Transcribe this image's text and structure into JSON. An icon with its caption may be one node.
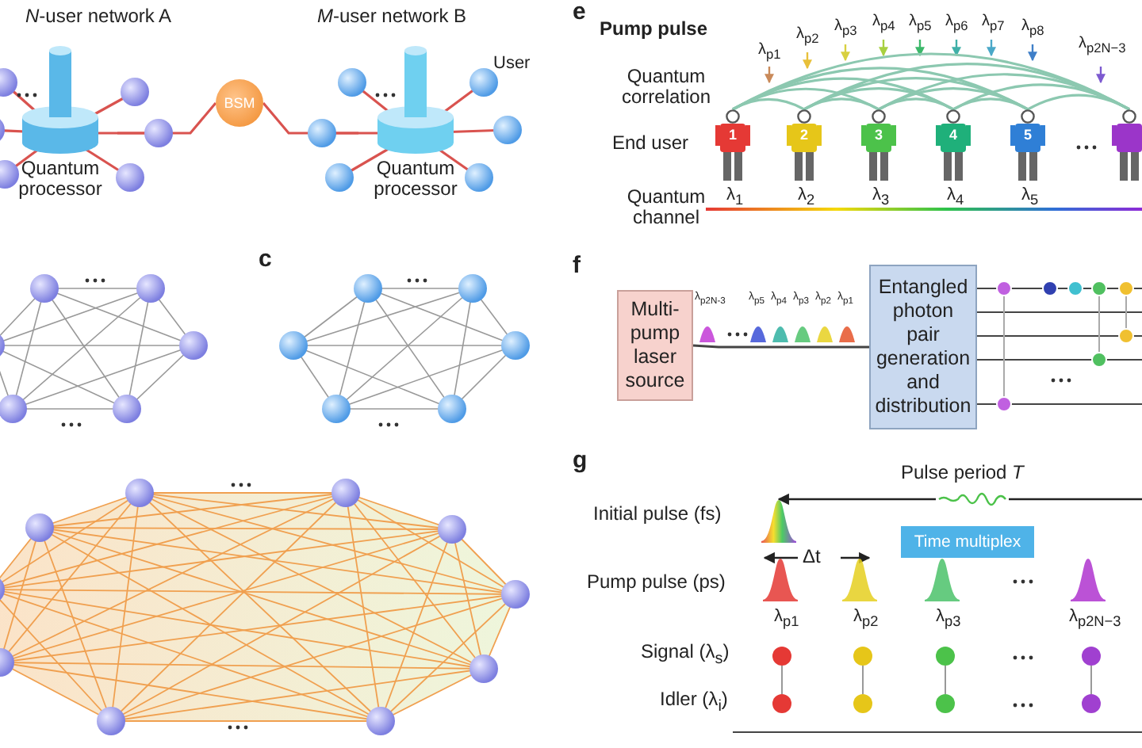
{
  "diagram": {
    "nodes": [
      {
        "text": [
          "Quantum processor"
        ]
      },
      {
        "text": [
          "BSM"
        ]
      },
      {
        "text": [
          "Quantum processor"
        ]
      },
      {
        "text": [
          "Multi-pump laser source"
        ]
      },
      {
        "text": [
          "Entangled photon pair generation and distribution"
        ]
      },
      {
        "text": [
          "Time multiplex"
        ]
      },
      {
        "text": [
          "1"
        ]
      },
      {
        "text": [
          "2"
        ]
      },
      {
        "text": [
          "3"
        ]
      },
      {
        "text": [
          "4"
        ]
      },
      {
        "text": [
          "5"
        ]
      },
      {
        "text": [],
        "shape": "person"
      }
    ],
    "edges": [
      {
        "from": 0,
        "to": 1,
        "arrow": "none",
        "color": "#d9534f"
      },
      {
        "from": 1,
        "to": 2,
        "arrow": "none",
        "color": "#d9534f"
      },
      {
        "from": 3,
        "to": 4,
        "arrow": "none",
        "color": "#444444"
      },
      {
        "from": 6,
        "to": 7,
        "arrow": "none",
        "color": "#8cc8b0"
      },
      {
        "from": 6,
        "to": 8,
        "arrow": "none",
        "color": "#8cc8b0"
      },
      {
        "from": 6,
        "to": 9,
        "arrow": "none",
        "color": "#8cc8b0"
      },
      {
        "from": 6,
        "to": 10,
        "arrow": "none",
        "color": "#8cc8b0"
      },
      {
        "from": 6,
        "to": 11,
        "arrow": "none",
        "color": "#8cc8b0"
      },
      {
        "from": 7,
        "to": 8,
        "arrow": "none",
        "color": "#8cc8b0"
      },
      {
        "from": 7,
        "to": 9,
        "arrow": "none",
        "color": "#8cc8b0"
      },
      {
        "from": 7,
        "to": 10,
        "arrow": "none",
        "color": "#8cc8b0"
      },
      {
        "from": 7,
        "to": 11,
        "arrow": "none",
        "color": "#8cc8b0"
      },
      {
        "from": 8,
        "to": 9,
        "arrow": "none",
        "color": "#8cc8b0"
      },
      {
        "from": 8,
        "to": 10,
        "arrow": "none",
        "color": "#8cc8b0"
      },
      {
        "from": 8,
        "to": 11,
        "arrow": "none",
        "color": "#8cc8b0"
      },
      {
        "from": 9,
        "to": 10,
        "arrow": "none",
        "color": "#8cc8b0"
      },
      {
        "from": 9,
        "to": 11,
        "arrow": "none",
        "color": "#8cc8b0"
      },
      {
        "from": 10,
        "to": 11,
        "arrow": "none",
        "color": "#8cc8b0"
      }
    ],
    "labels": [
      "*N*-user network A",
      "*M*-user network B",
      "User",
      "c",
      "e",
      "Pump pulse",
      "λ$_{p1}$",
      "λ$_{p2}$",
      "λ$_{p3}$",
      "λ$_{p4}$",
      "λ$_{p5}$",
      "λ$_{p6}$",
      "λ$_{p7}$",
      "λ$_{p8}$",
      "λ$_{p2N−3}$",
      "Quantum correlation",
      "End user",
      "Quantum channel",
      "λ$_{1}$",
      "λ$_{2}$",
      "λ$_{3}$",
      "λ$_{4}$",
      "λ$_{5}$",
      "f",
      "λ$_{p2N-3}$",
      "λ$_{p5}$",
      "λ$_{p4}$",
      "λ$_{p3}$",
      "λ$_{p2}$",
      "λ$_{p1}$",
      "g",
      "Pulse period *T*",
      "Initial pulse (fs)",
      "Δt",
      "Pump pulse (ps)",
      "λ$_{p1}$",
      "λ$_{p2}$",
      "λ$_{p3}$",
      "λ$_{p2N−3}$",
      "Signal (λ$_{s}$)",
      "Idler (λ$_{i}$)"
    ]
  }
}
